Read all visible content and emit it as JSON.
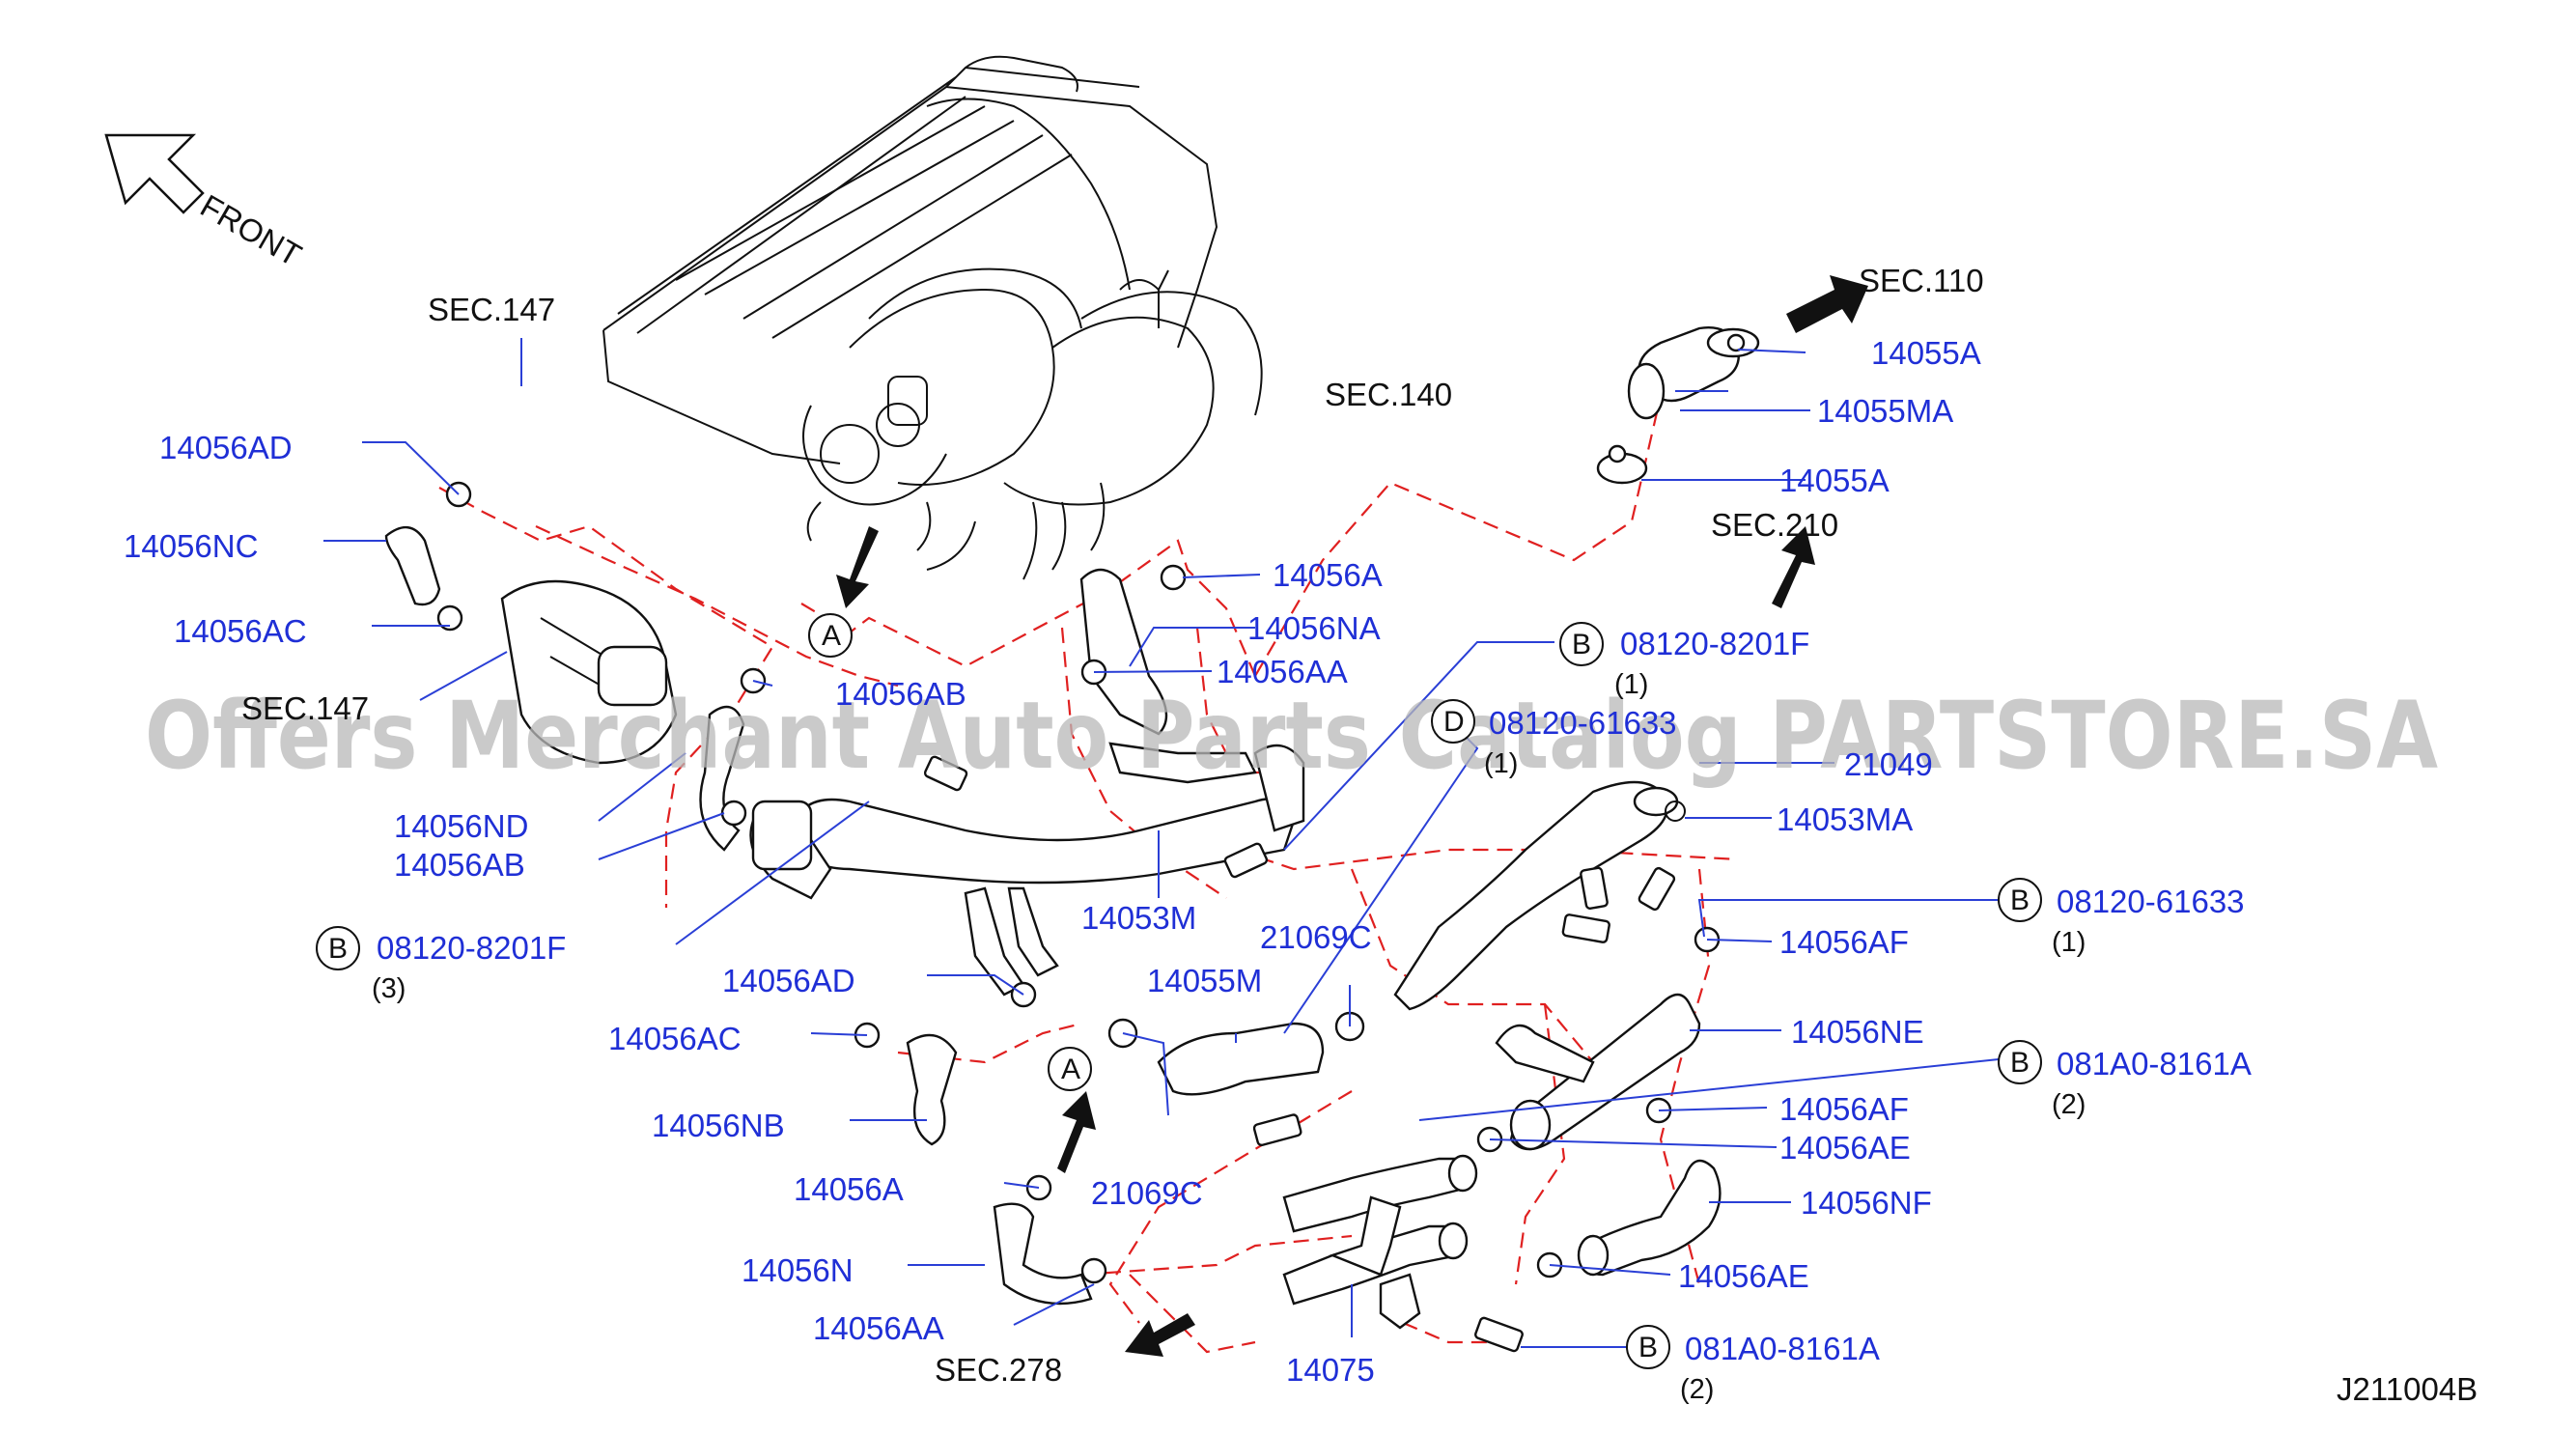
{
  "diagram": {
    "code": "J211004B",
    "front_label": "FRONT",
    "watermark": "Offers Merchant Auto Parts Catalog PARTSTORE.SA",
    "colors": {
      "part_label": "#1f2fd6",
      "leader": "#2a3fd6",
      "dashed": "#e02020",
      "ink": "#111111"
    },
    "sections": [
      "SEC.147",
      "SEC.140",
      "SEC.147",
      "SEC.110",
      "SEC.210",
      "SEC.278"
    ],
    "part_labels": [
      "14056AD",
      "14056NC",
      "14056AC",
      "14056AB",
      "14056ND",
      "14056AB",
      "14056AD",
      "14056AC",
      "14056NB",
      "14056A",
      "14056N",
      "14056AA",
      "14056A",
      "14056NA",
      "14056AA",
      "14053M",
      "14055M",
      "21069C",
      "21069C",
      "14055A",
      "14055MA",
      "14055A",
      "21049",
      "14053MA",
      "14056AF",
      "14056NE",
      "14056AF",
      "14056AE",
      "14056NF",
      "14056AE",
      "14075"
    ],
    "bolt_callouts": [
      {
        "letter": "B",
        "part": "08120-8201F",
        "qty": "(3)"
      },
      {
        "letter": "B",
        "part": "08120-8201F",
        "qty": "(1)"
      },
      {
        "letter": "D",
        "part": "08120-61633",
        "qty": "(1)"
      },
      {
        "letter": "B",
        "part": "08120-61633",
        "qty": "(1)"
      },
      {
        "letter": "B",
        "part": "081A0-8161A",
        "qty": "(2)"
      },
      {
        "letter": "B",
        "part": "081A0-8161A",
        "qty": "(2)"
      }
    ],
    "view_markers": [
      "A",
      "A"
    ]
  }
}
